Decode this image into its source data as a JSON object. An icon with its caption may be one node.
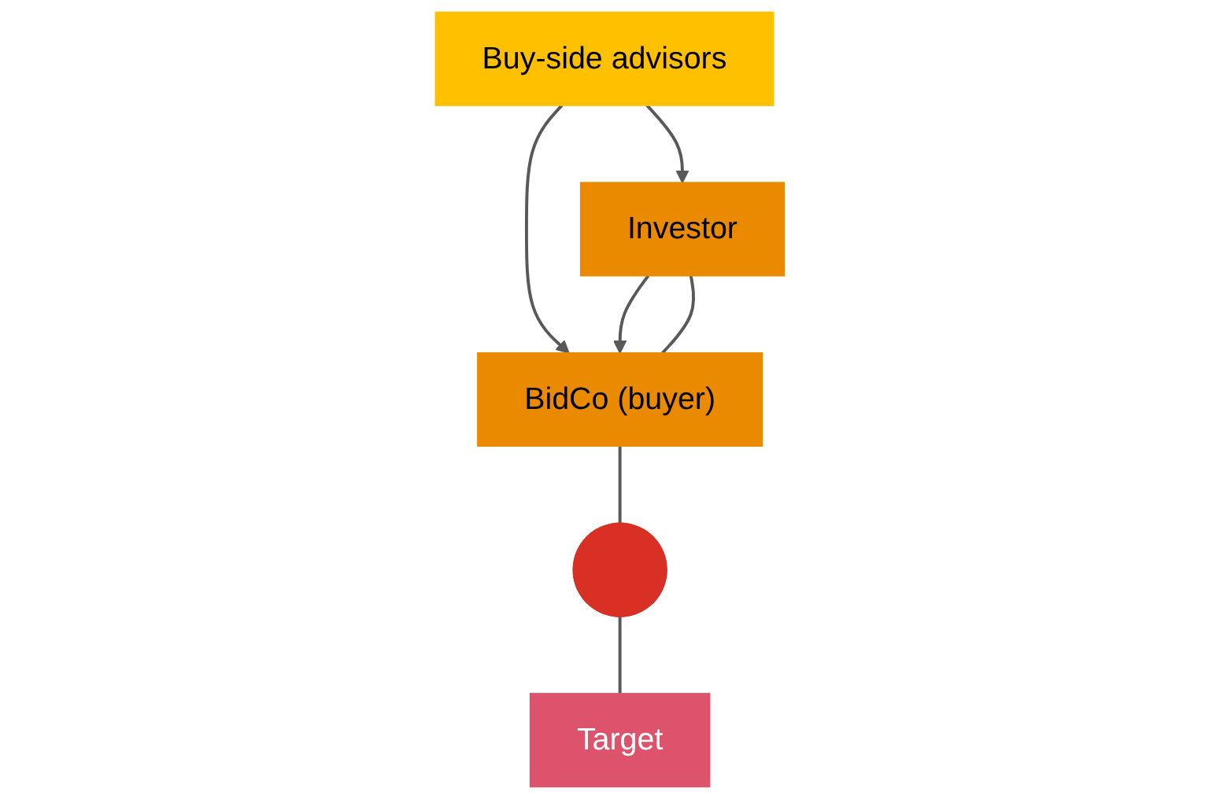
{
  "diagram": {
    "nodes": [
      {
        "text": [
          "Buy-side advisors"
        ]
      },
      {
        "text": [
          "Investor"
        ]
      },
      {
        "text": [
          "BidCo (buyer)"
        ]
      },
      {
        "text": [],
        "shape": "cross"
      },
      {
        "text": [
          "Target"
        ]
      }
    ],
    "edges": [
      {
        "from": 0,
        "to": 1,
        "arrow": "to"
      },
      {
        "from": 0,
        "to": 2,
        "arrow": "to"
      },
      {
        "from": 1,
        "to": 2,
        "arrow": "to"
      },
      {
        "from": 1,
        "to": 2,
        "arrow": "none"
      },
      {
        "from": 2,
        "to": 3,
        "arrow": "none"
      },
      {
        "from": 3,
        "to": 4,
        "arrow": "none"
      }
    ]
  }
}
